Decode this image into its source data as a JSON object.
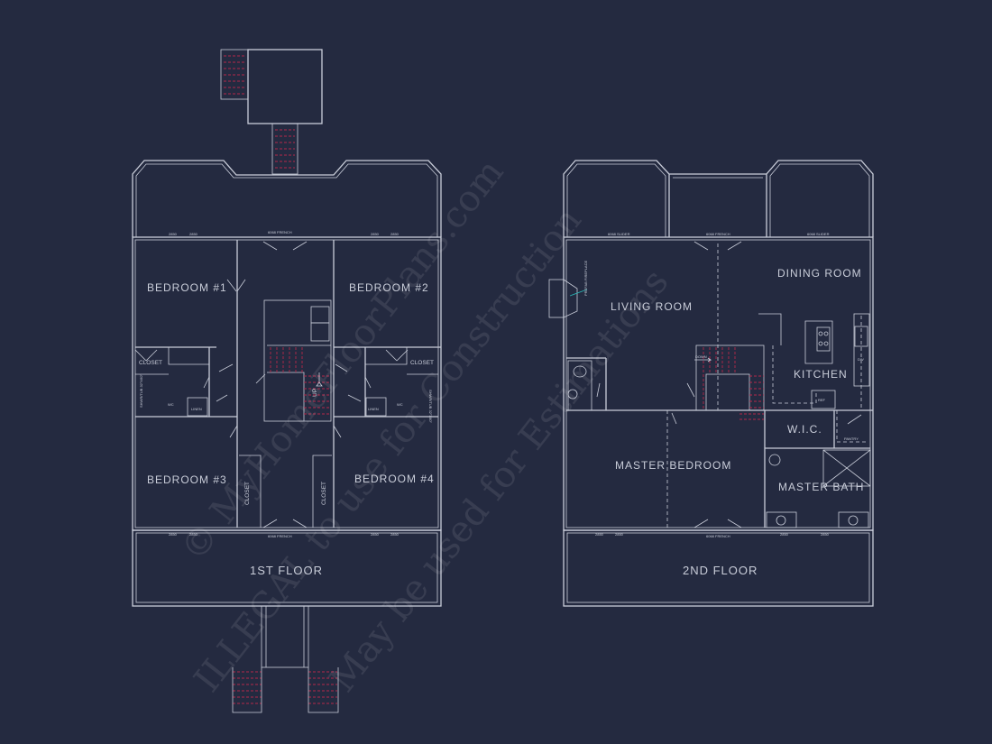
{
  "floor1": {
    "title": "1ST FLOOR",
    "rooms": [
      "BEDROOM  #1",
      "BEDROOM  #2",
      "BEDROOM  #3",
      "BEDROOM  #4"
    ],
    "closet": "CLOSET",
    "closet_vertical": "CLOSET",
    "linen": "LINEN",
    "wc": "WC",
    "tub": "SHWR/TUB 32\"X60\"",
    "up": "UP",
    "door_label": "6068 FRENCH",
    "window_label": "2850"
  },
  "floor2": {
    "title": "2ND FLOOR",
    "living": "LIVING ROOM",
    "dining": "DINING ROOM",
    "kitchen": "KITCHEN",
    "master_bedroom": "MASTER BEDROOM",
    "master_bath": "MASTER BATH",
    "wic": "W.I.C.",
    "pantry": "PANTRY",
    "ref": "REF",
    "dw": "DW",
    "down": "DOWN",
    "fireplace": "PREFAB FIREPLACE",
    "slider": "6068 SLIDER",
    "door_label": "6068 FRENCH",
    "window_label": "2850"
  },
  "watermark": [
    "© MyHomeFloorPlans.com",
    "ILLEGAL to use for Construction",
    "May be used for Estimations"
  ],
  "colors": {
    "background": "#242a40",
    "lines": "#c9cdd9",
    "stairs": "#b5284a",
    "fireplace_leader": "#2ab0b0"
  }
}
